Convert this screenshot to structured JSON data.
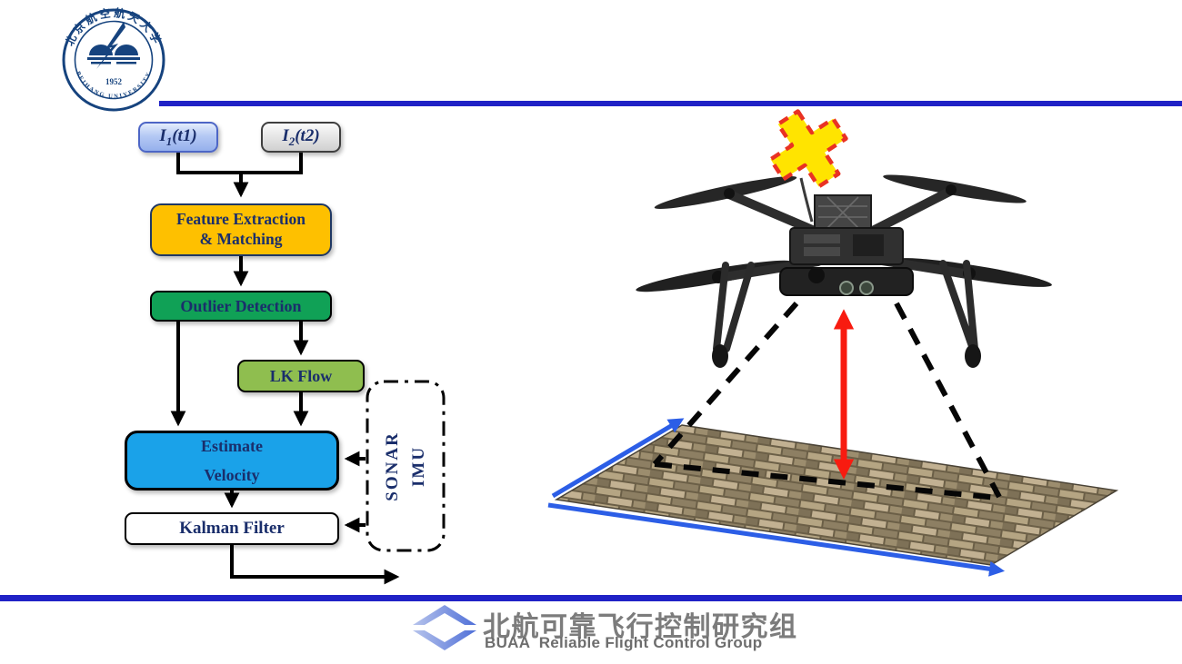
{
  "slide": {
    "background": "#ffffff",
    "rule_color": "#2022c6"
  },
  "university_seal": {
    "name_cn": "北京航空航天大学",
    "name_en": "BEIHANG UNIVERSITY",
    "year": "1952",
    "color": "#16437e"
  },
  "flowchart": {
    "text_color": "#1a2e6b",
    "input1": {
      "symbol": "I",
      "sub": "1",
      "args": "(t1)",
      "fill": "#aac2f2"
    },
    "input2": {
      "symbol": "I",
      "sub": "2",
      "args": "(t2)",
      "fill": "#dcdcdc"
    },
    "feature_extraction": {
      "line1": "Feature Extraction",
      "line2": "& Matching",
      "fill": "#fec000"
    },
    "outlier_detection": {
      "label": "Outlier Detection",
      "fill": "#10a156"
    },
    "lk_flow": {
      "label": "LK Flow",
      "fill": "#8fbe4f"
    },
    "estimate_velocity": {
      "line1": "Estimate",
      "line2": "Velocity",
      "fill": "#1aa2e9"
    },
    "kalman_filter": {
      "label": "Kalman Filter",
      "fill": "#ffffff"
    },
    "sensor_box": {
      "line1": "SONAR",
      "line2": "IMU"
    }
  },
  "scene": {
    "gps_cross": {
      "fill": "#ffe400",
      "border": "#e93223"
    },
    "height_arrow_color": "#f81b10",
    "ground_arrow_color": "#2c5ee6",
    "fov_line_color": "#060606"
  },
  "footer": {
    "group_name_cn": "北航可靠飞行控制研究组",
    "group_name_en": "BUAA  Reliable Flight Control Group",
    "text_color": "#7c7c7c",
    "logo_color": "#5d7fdf"
  }
}
